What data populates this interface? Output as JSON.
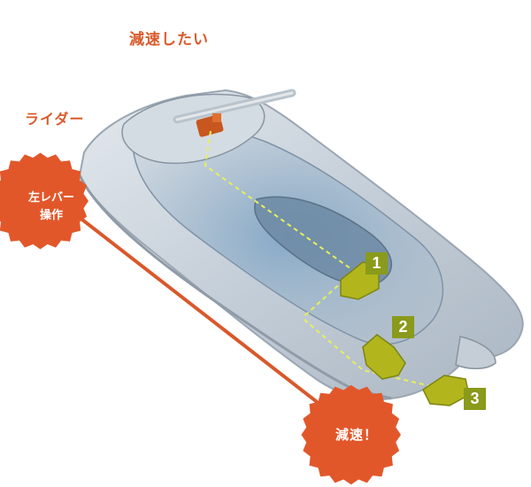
{
  "title": "減速したい",
  "rider_label": "ライダー",
  "lever_burst": {
    "line1": "左レバー",
    "line2": "操作"
  },
  "decel_burst": "減速！",
  "components": [
    {
      "number": "1"
    },
    {
      "number": "2"
    },
    {
      "number": "3"
    }
  ],
  "colors": {
    "accent": "#d95a2b",
    "burst": "#e2572a",
    "component": "#b2b61c",
    "badge": "#8a9a1a",
    "signal_line": "#e7ef5a"
  }
}
